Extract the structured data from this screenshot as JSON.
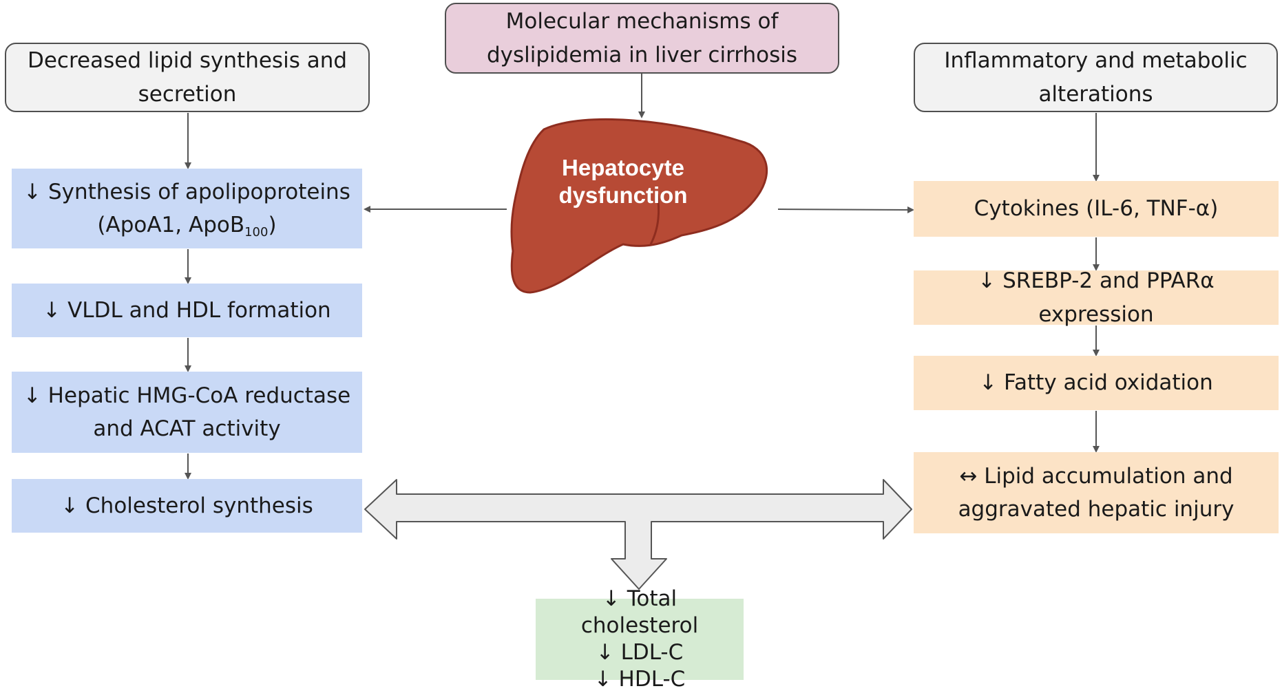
{
  "title": "Molecular mechanisms of dyslipidemia in liver cirrhosis",
  "center": {
    "label": "Hepatocyte dysfunction"
  },
  "left": {
    "heading": "Decreased lipid synthesis and secretion",
    "steps": [
      {
        "text": "↓ Synthesis of apolipoproteins",
        "text2_prefix": "(ApoA1, ApoB",
        "text2_sub": "100",
        "text2_suffix": ")"
      },
      {
        "text": "↓ VLDL and HDL formation"
      },
      {
        "text": "↓ Hepatic HMG-CoA reductase and ACAT activity"
      },
      {
        "text": "↓ Cholesterol synthesis"
      }
    ]
  },
  "right": {
    "heading": "Inflammatory and metabolic alterations",
    "steps": [
      {
        "text": "Cytokines (IL-6, TNF-α)"
      },
      {
        "text": "↓ SREBP-2 and PPARα expression"
      },
      {
        "text": "↓ Fatty acid oxidation"
      },
      {
        "text": "↔ Lipid accumulation and aggravated hepatic injury"
      }
    ]
  },
  "outcome": {
    "lines": [
      "↓ Total cholesterol",
      "↓ LDL-C",
      "↓ HDL-C"
    ]
  },
  "colors": {
    "blue_box": "#c9d9f6",
    "peach_box": "#fce3c6",
    "green_box": "#d6ebd3",
    "title_box": "#e9cedb",
    "heading_box": "#f2f2f2",
    "liver": "#b74a35",
    "arrow": "#555555"
  }
}
